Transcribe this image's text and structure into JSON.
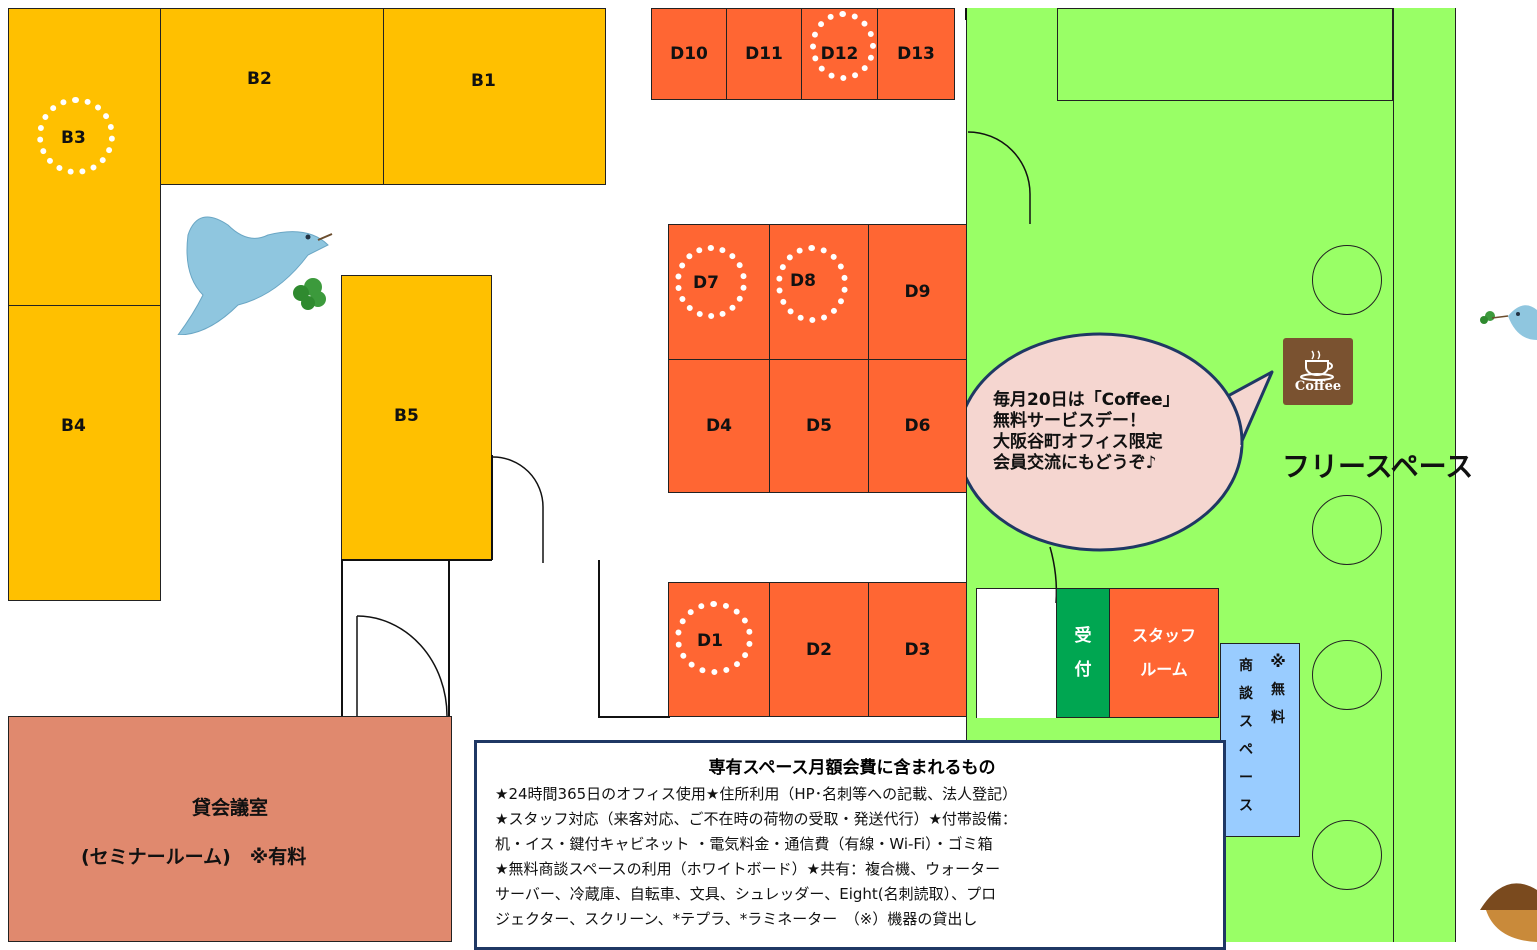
{
  "rooms": {
    "b1": "B1",
    "b2": "B2",
    "b3": "B3",
    "b4": "B4",
    "b5": "B5",
    "d1": "D1",
    "d2": "D2",
    "d3": "D3",
    "d4": "D4",
    "d5": "D5",
    "d6": "D6",
    "d7": "D7",
    "d8": "D8",
    "d9": "D9",
    "d10": "D10",
    "d11": "D11",
    "d12": "D12",
    "d13": "D13"
  },
  "free_space": "フリースペース",
  "coffee_label": "Coffee",
  "speech_bubble": [
    "毎月20日は「Coffee」",
    "無料サービスデー！",
    "大阪谷町オフィス限定",
    "会員交流にもどうぞ♪"
  ],
  "reception": [
    "受",
    "付"
  ],
  "staff_room": [
    "スタッフ",
    "ルーム"
  ],
  "meeting_space": {
    "label": [
      "商",
      "談",
      "ス",
      "ペ",
      "ー",
      "ス"
    ],
    "note": [
      "※",
      "無",
      "料"
    ]
  },
  "conference_room": {
    "title": "貸会議室",
    "subtitle": "(セミナールーム)　※有料"
  },
  "info": {
    "title": "専有スペース月額会費に含まれるもの",
    "lines": [
      "★24時間365日のオフィス使用★住所利用（HP･名刺等への記載、法人登記）",
      "★スタッフ対応（来客対応、ご不在時の荷物の受取・発送代行）★付帯設備：",
      "机・イス・鍵付キャビネット ・電気料金・通信費（有線・Wi-Fi）・ゴミ箱",
      "★無料商談スペースの利用（ホワイトボード）★共有：複合機、ウォーター",
      "サーバー、冷蔵庫、自転車、文具、シュレッダー、Eight(名刺読取）、プロ",
      "ジェクター、スクリーン、*テプラ、*ラミネーター　（※）機器の貸出し"
    ]
  },
  "colors": {
    "b_rooms": "#ffc000",
    "d_rooms": "#ff6633",
    "free_space": "#99ff66",
    "reception": "#00a651",
    "conference": "#e0896e",
    "meeting": "#99ccff",
    "bubble": "#f5d6d0",
    "info_border": "#1f3864"
  }
}
